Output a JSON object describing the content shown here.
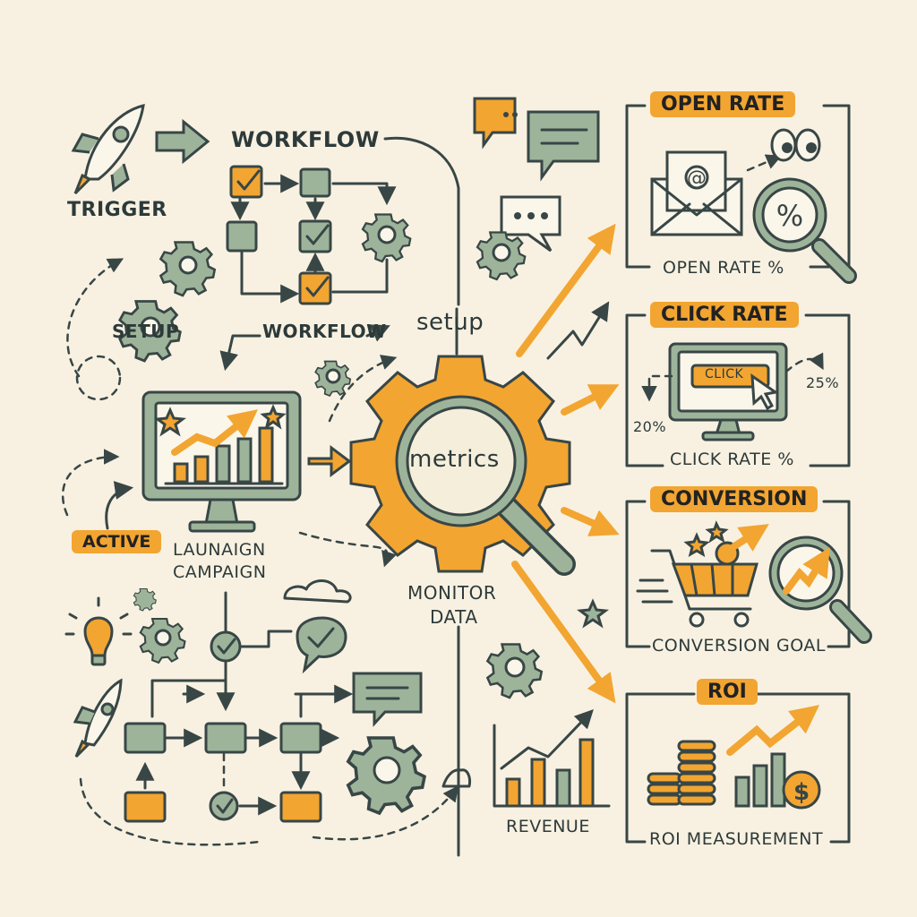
{
  "labels": {
    "trigger": "TRIGGER",
    "workflow_top": "WORKFLOW",
    "setup_left": "SETUP",
    "workflow_mid": "WORKFLOW",
    "setup_center": "setup",
    "metrics": "metrics",
    "active": "ACTIVE",
    "launch_line1": "LAUNAIGN",
    "launch_line2": "CAMPAIGN",
    "monitor_line1": "MONITOR",
    "monitor_line2": "DATA",
    "revenue": "REVENUE"
  },
  "panels": {
    "open_rate": {
      "title": "OPEN RATE",
      "caption": "OPEN RATE %"
    },
    "click_rate": {
      "title": "CLICK RATE",
      "caption": "CLICK RATE %",
      "button": "CLICK",
      "left_value": "20%",
      "right_value": "25%"
    },
    "conversion": {
      "title": "CONVERSION",
      "caption": "CONVERSION GOAL"
    },
    "roi": {
      "title": "ROI",
      "caption": "ROI MEASUREMENT"
    }
  },
  "colors": {
    "orange": "#f2a531",
    "sage": "#9db49a",
    "ink": "#384646",
    "paper": "#f8f1e1"
  },
  "icons": [
    "rocket-icon",
    "gear-icon",
    "checkbox-icon",
    "monitor-chart-icon",
    "magnifier-icon",
    "chat-bubble-icon",
    "envelope-icon",
    "eyes-icon",
    "percent-icon",
    "cursor-icon",
    "cart-icon",
    "coins-icon",
    "dollar-icon",
    "lightbulb-icon",
    "cloud-icon",
    "star-icon"
  ]
}
